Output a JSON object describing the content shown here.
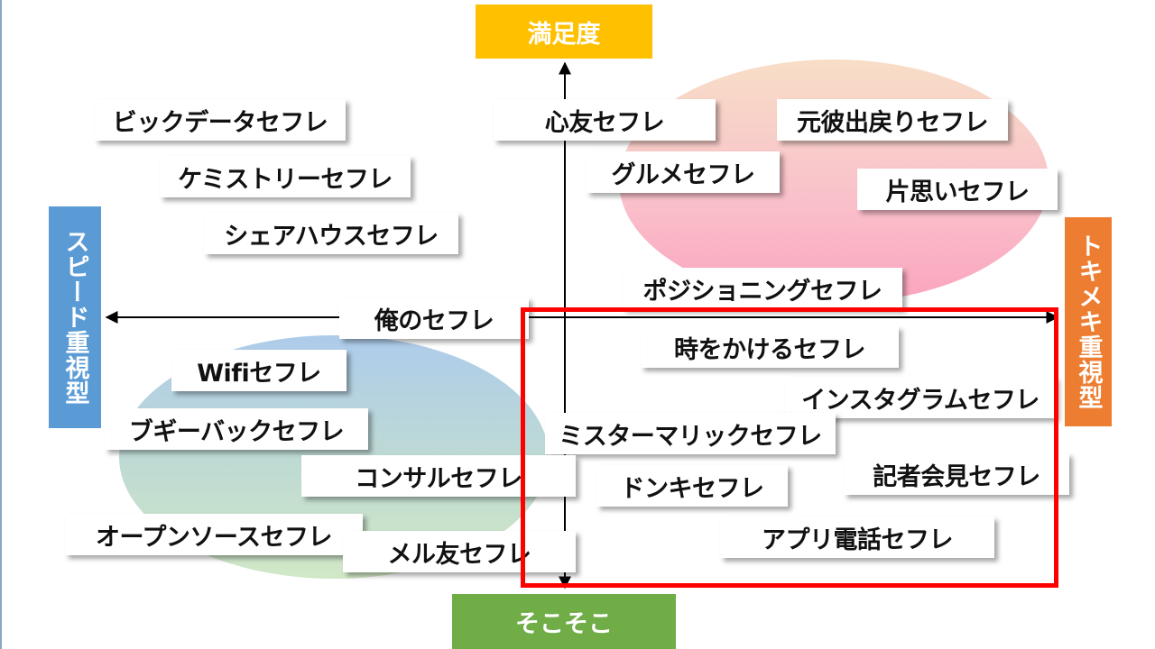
{
  "axes": {
    "top": "満足度",
    "bottom": "そこそこ",
    "left": "スピード重視型",
    "right": "トキメキ重視型"
  },
  "labels": [
    "ビックデータセフレ",
    "ケミストリーセフレ",
    "シェアハウスセフレ",
    "心友セフレ",
    "グルメセフレ",
    "元彼出戻りセフレ",
    "片思いセフレ",
    "ポジショニングセフレ",
    "俺のセフレ",
    "時をかけるセフレ",
    "Wifiセフレ",
    "インスタグラムセフレ",
    "ブギーバックセフレ",
    "ミスターマリックセフレ",
    "コンサルセフレ",
    "ドンキセフレ",
    "記者会見セフレ",
    "オープンソースセフレ",
    "アプリ電話セフレ",
    "メル友セフレ"
  ],
  "colors": {
    "top_axis": "#ffc000",
    "bottom_axis": "#70ad47",
    "left_axis": "#5b9bd5",
    "right_axis": "#ed7d31",
    "highlight": "#ff0000"
  }
}
